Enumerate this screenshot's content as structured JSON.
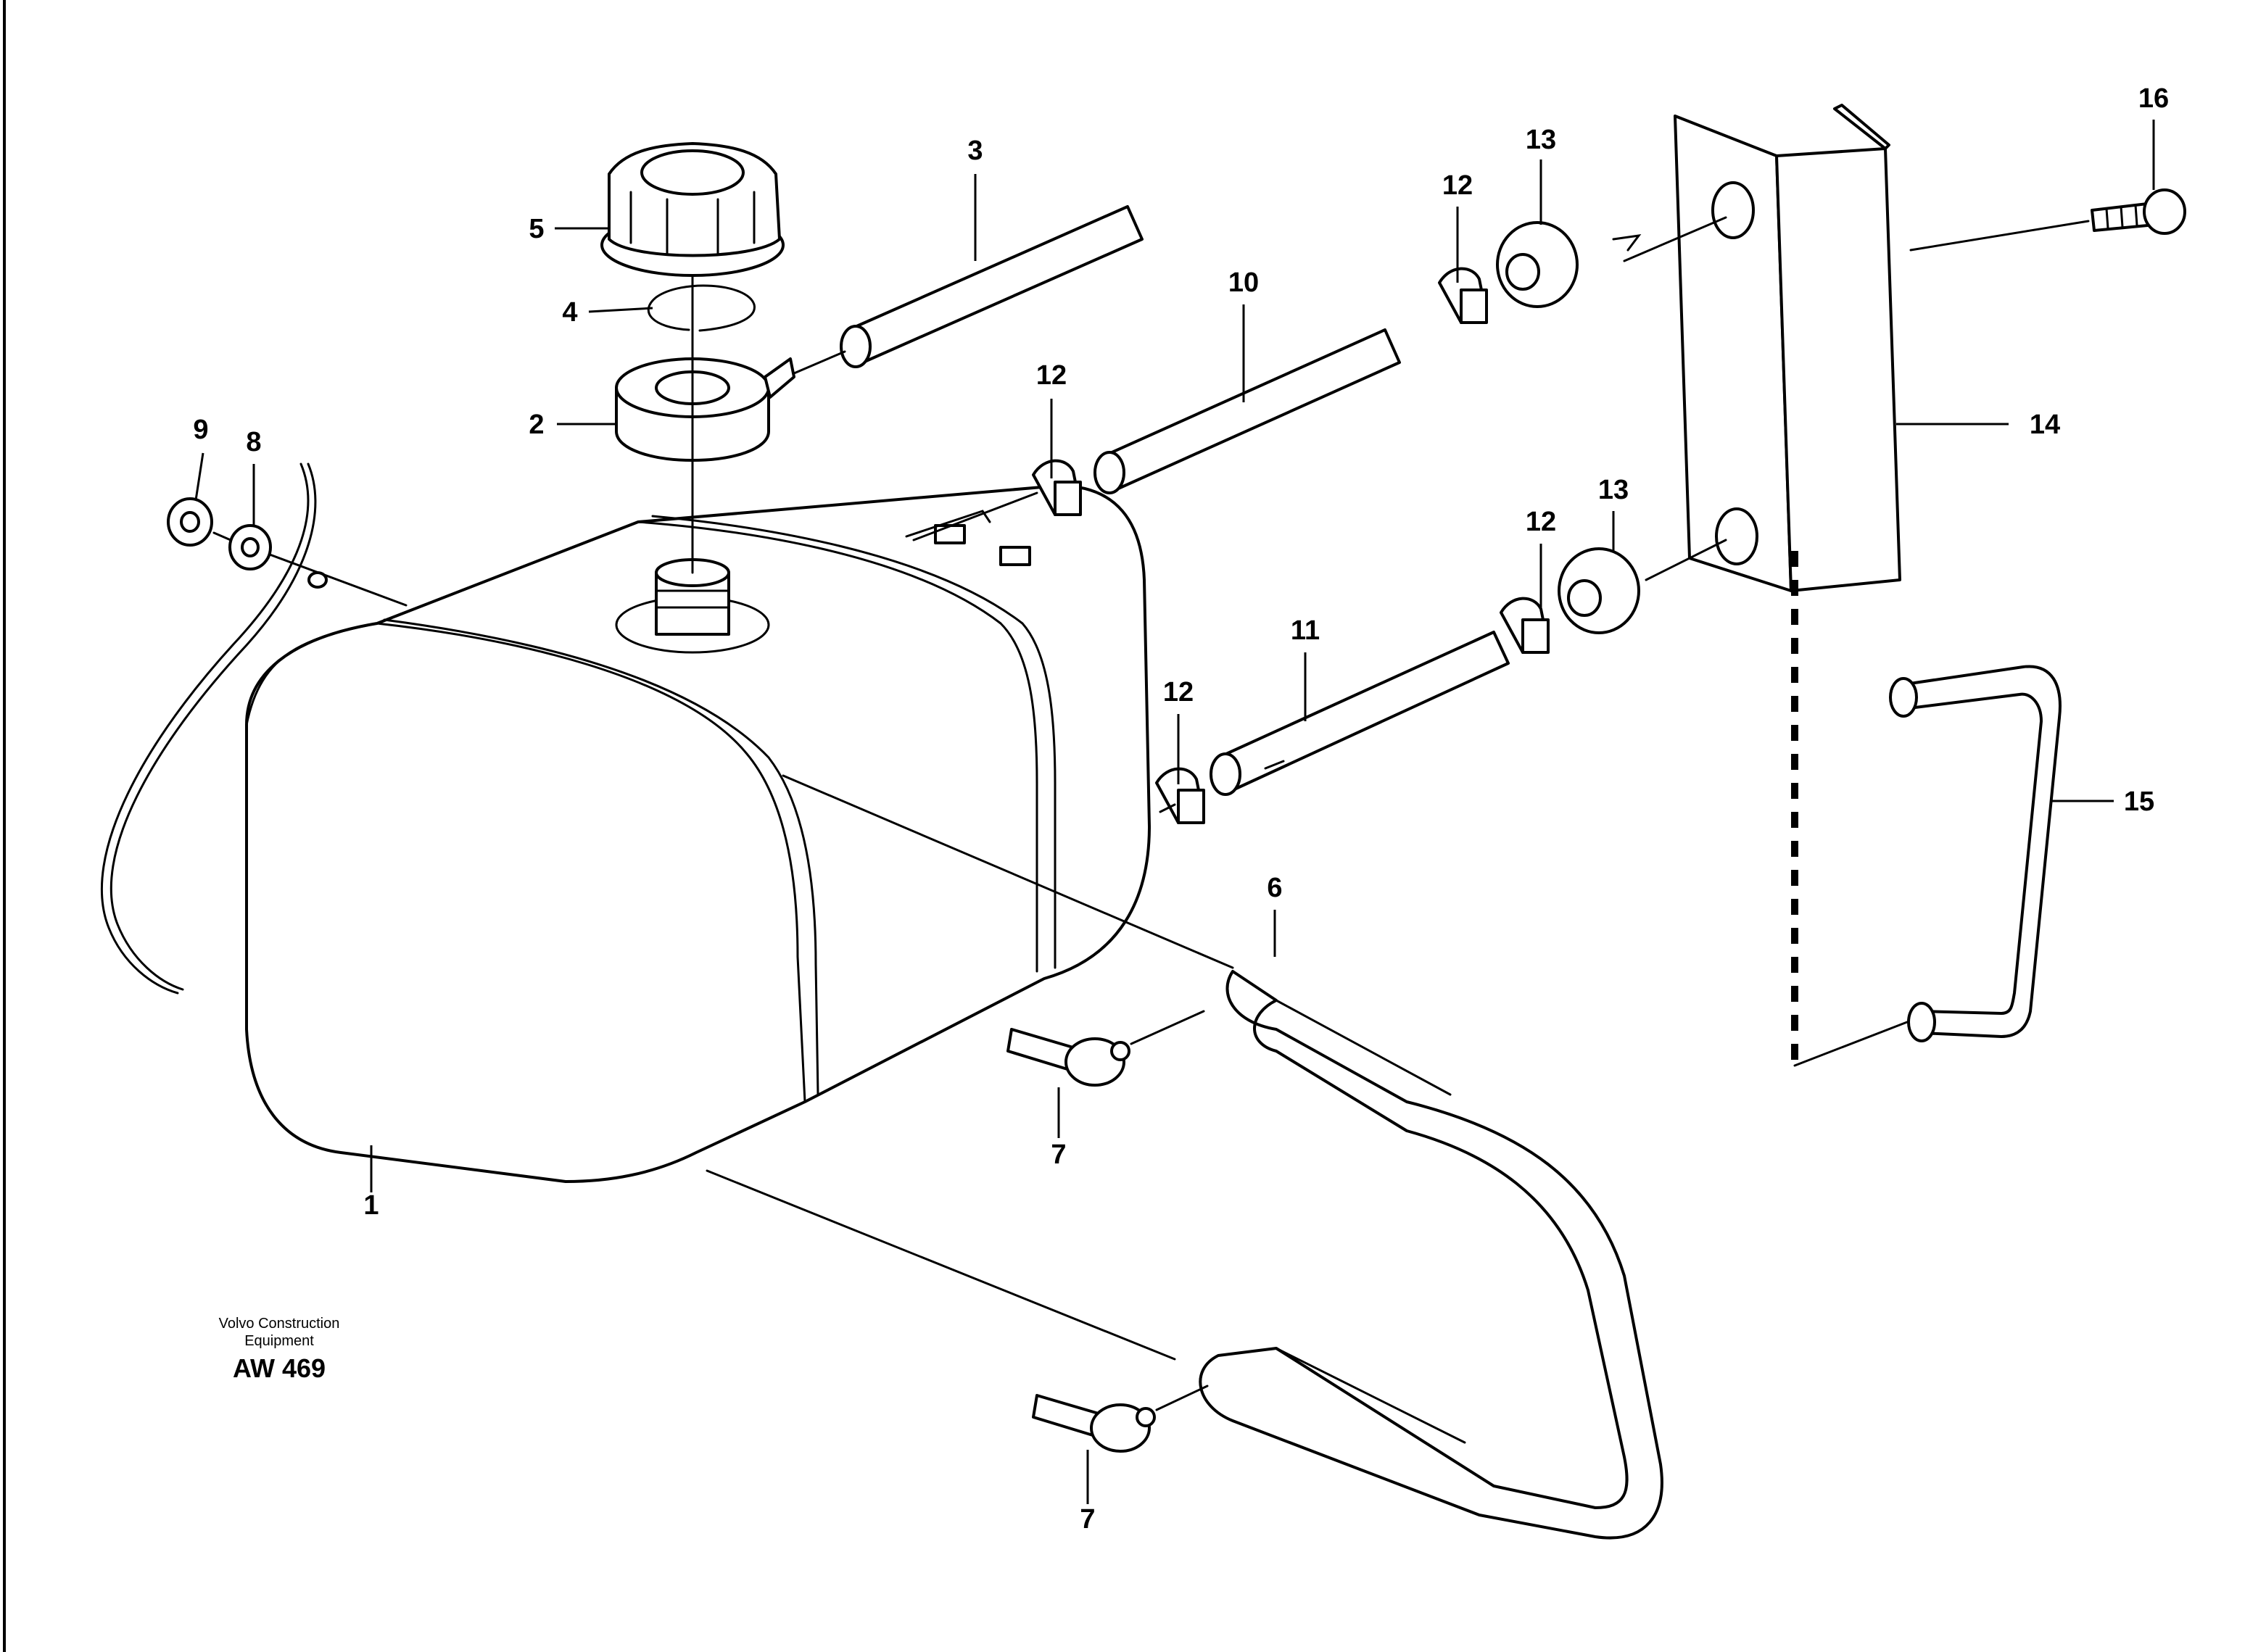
{
  "diagram": {
    "callouts": [
      "1",
      "2",
      "3",
      "4",
      "5",
      "6",
      "7",
      "7",
      "8",
      "9",
      "10",
      "11",
      "12",
      "12",
      "12",
      "12",
      "13",
      "13",
      "14",
      "15",
      "16"
    ],
    "credit": {
      "line1": "Volvo Construction",
      "line2": "Equipment",
      "code": "AW 469"
    }
  }
}
